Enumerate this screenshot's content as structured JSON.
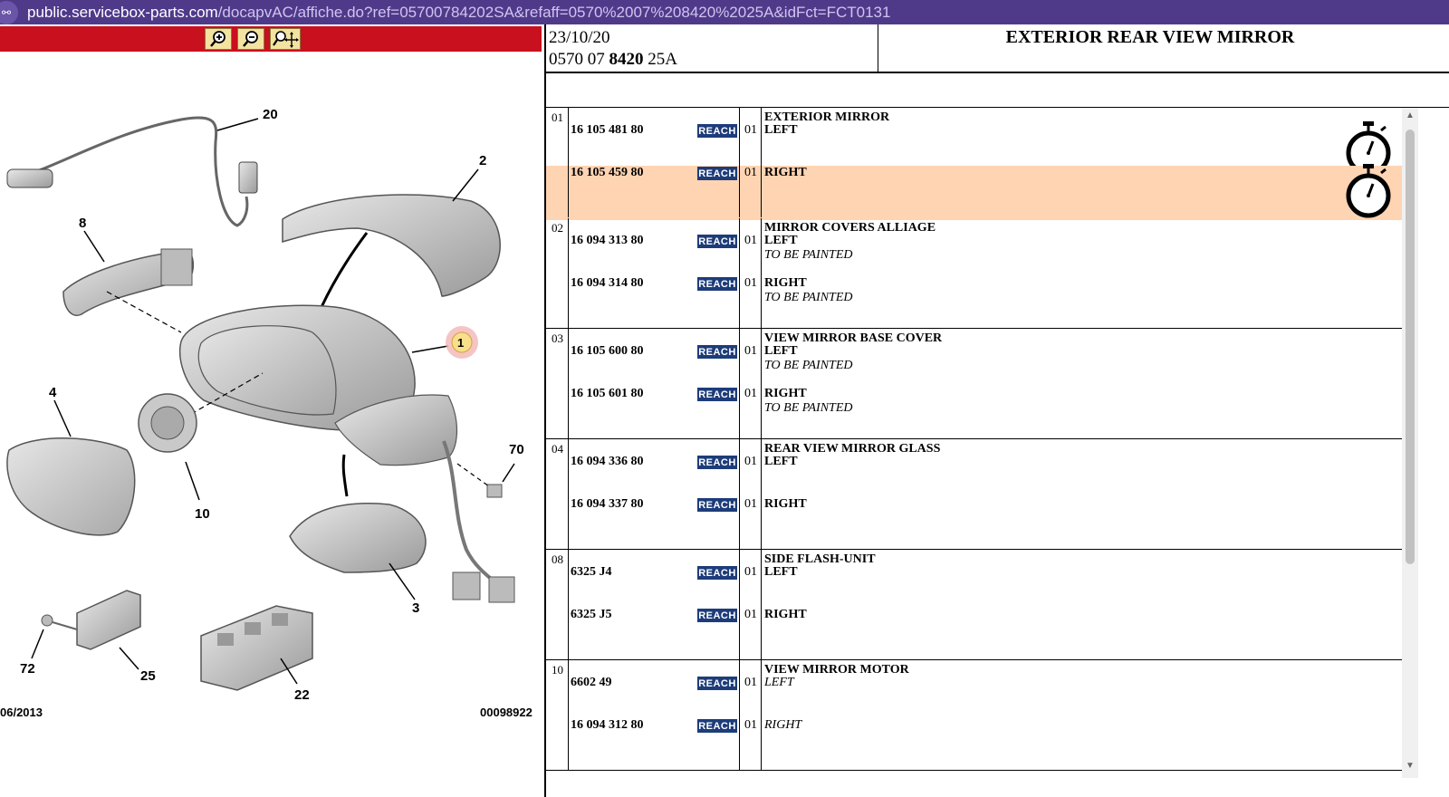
{
  "browser": {
    "url_domain": "public.servicebox-parts.com",
    "url_path": "/docapvAC/affiche.do?ref=05700784202SA&refaff=0570%2007%208420%2025A&idFct=FCT0131"
  },
  "diagram": {
    "callouts": [
      "20",
      "2",
      "8",
      "1",
      "4",
      "10",
      "70",
      "3",
      "72",
      "25",
      "22"
    ],
    "date": "06/2013",
    "ref": "00098922"
  },
  "header": {
    "date": "23/10/20",
    "code_a": "0570 07",
    "code_b": "8420",
    "code_c": "25A",
    "title": "EXTERIOR REAR VIEW MIRROR"
  },
  "reach_label": "REACH",
  "groups": [
    {
      "num": "01",
      "title": "EXTERIOR MIRROR",
      "parts": [
        {
          "num": "16 105 481 80",
          "qty": "01",
          "side": "LEFT",
          "note": "",
          "timer": true,
          "highlight": false
        },
        {
          "num": "16 105 459 80",
          "qty": "01",
          "side": "RIGHT",
          "note": "",
          "timer": true,
          "highlight": true
        }
      ]
    },
    {
      "num": "02",
      "title": "MIRROR COVERS ALLIAGE",
      "parts": [
        {
          "num": "16 094 313 80",
          "qty": "01",
          "side": "LEFT",
          "note": "TO BE PAINTED"
        },
        {
          "num": "16 094 314 80",
          "qty": "01",
          "side": "RIGHT",
          "note": "TO BE PAINTED"
        }
      ]
    },
    {
      "num": "03",
      "title": "VIEW MIRROR BASE COVER",
      "parts": [
        {
          "num": "16 105 600 80",
          "qty": "01",
          "side": "LEFT",
          "note": "TO BE PAINTED"
        },
        {
          "num": "16 105 601 80",
          "qty": "01",
          "side": "RIGHT",
          "note": "TO BE PAINTED"
        }
      ]
    },
    {
      "num": "04",
      "title": "REAR VIEW MIRROR GLASS",
      "parts": [
        {
          "num": "16 094 336 80",
          "qty": "01",
          "side": "LEFT",
          "note": ""
        },
        {
          "num": "16 094 337 80",
          "qty": "01",
          "side": "RIGHT",
          "note": ""
        }
      ]
    },
    {
      "num": "08",
      "title": "SIDE FLASH-UNIT",
      "parts": [
        {
          "num": "6325 J4",
          "qty": "01",
          "side": "LEFT",
          "note": ""
        },
        {
          "num": "6325 J5",
          "qty": "01",
          "side": "RIGHT",
          "note": ""
        }
      ]
    },
    {
      "num": "10",
      "title": "VIEW MIRROR MOTOR",
      "parts": [
        {
          "num": "6602 49",
          "qty": "01",
          "side": "LEFT",
          "note": "",
          "italic": true
        },
        {
          "num": "16 094 312 80",
          "qty": "01",
          "side": "RIGHT",
          "note": "",
          "italic": true
        }
      ]
    }
  ]
}
